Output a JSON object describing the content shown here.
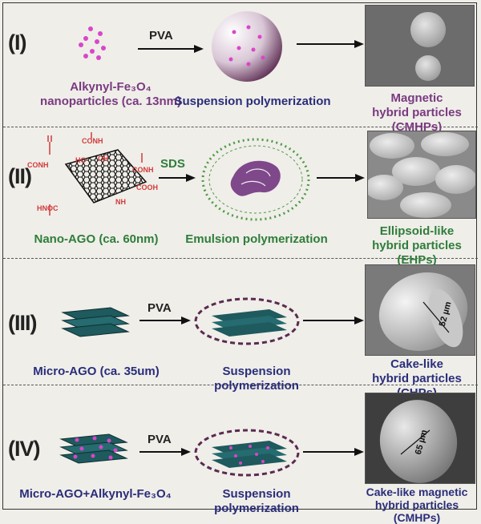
{
  "rows": [
    {
      "numeral": "(I)",
      "reagent": "PVA",
      "left_label_lines": [
        "Alkynyl-Fe₃O₄",
        "nanoparticles (ca. 13nm)"
      ],
      "method": "Suspension polymerization",
      "product_lines": [
        "Magnetic",
        "hybrid particles (CMHPs)"
      ]
    },
    {
      "numeral": "(II)",
      "reagent": "SDS",
      "left_label": "Nano-AGO (ca. 60nm)",
      "method": "Emulsion polymerization",
      "product_lines": [
        "Ellipsoid-like",
        "hybrid particles (EHPs)"
      ],
      "groups": [
        "CONH",
        "CONH",
        "CONH",
        "HO",
        "OH",
        "COOH",
        "HNOC",
        "NH"
      ]
    },
    {
      "numeral": "(III)",
      "reagent": "PVA",
      "left_label": "Micro-AGO (ca. 35um)",
      "method": "Suspension polymerization",
      "product_lines": [
        "Cake-like",
        "hybrid particles (CHPs)"
      ],
      "scale": "52 µm"
    },
    {
      "numeral": "(IV)",
      "reagent": "PVA",
      "left_label": "Micro-AGO+Alkynyl-Fe₃O₄",
      "method": "Suspension polymerization",
      "product_lines": [
        "Cake-like magnetic",
        "hybrid particles (CMHPs)"
      ],
      "scale": "65 µm"
    }
  ],
  "colors": {
    "purple": "#7a3a80",
    "navy": "#2a2d7a",
    "green": "#2f7d3a",
    "magenta_dots": "#d946c8",
    "graphene": "#1e5a5e",
    "red_groups": "#d23a3a"
  }
}
